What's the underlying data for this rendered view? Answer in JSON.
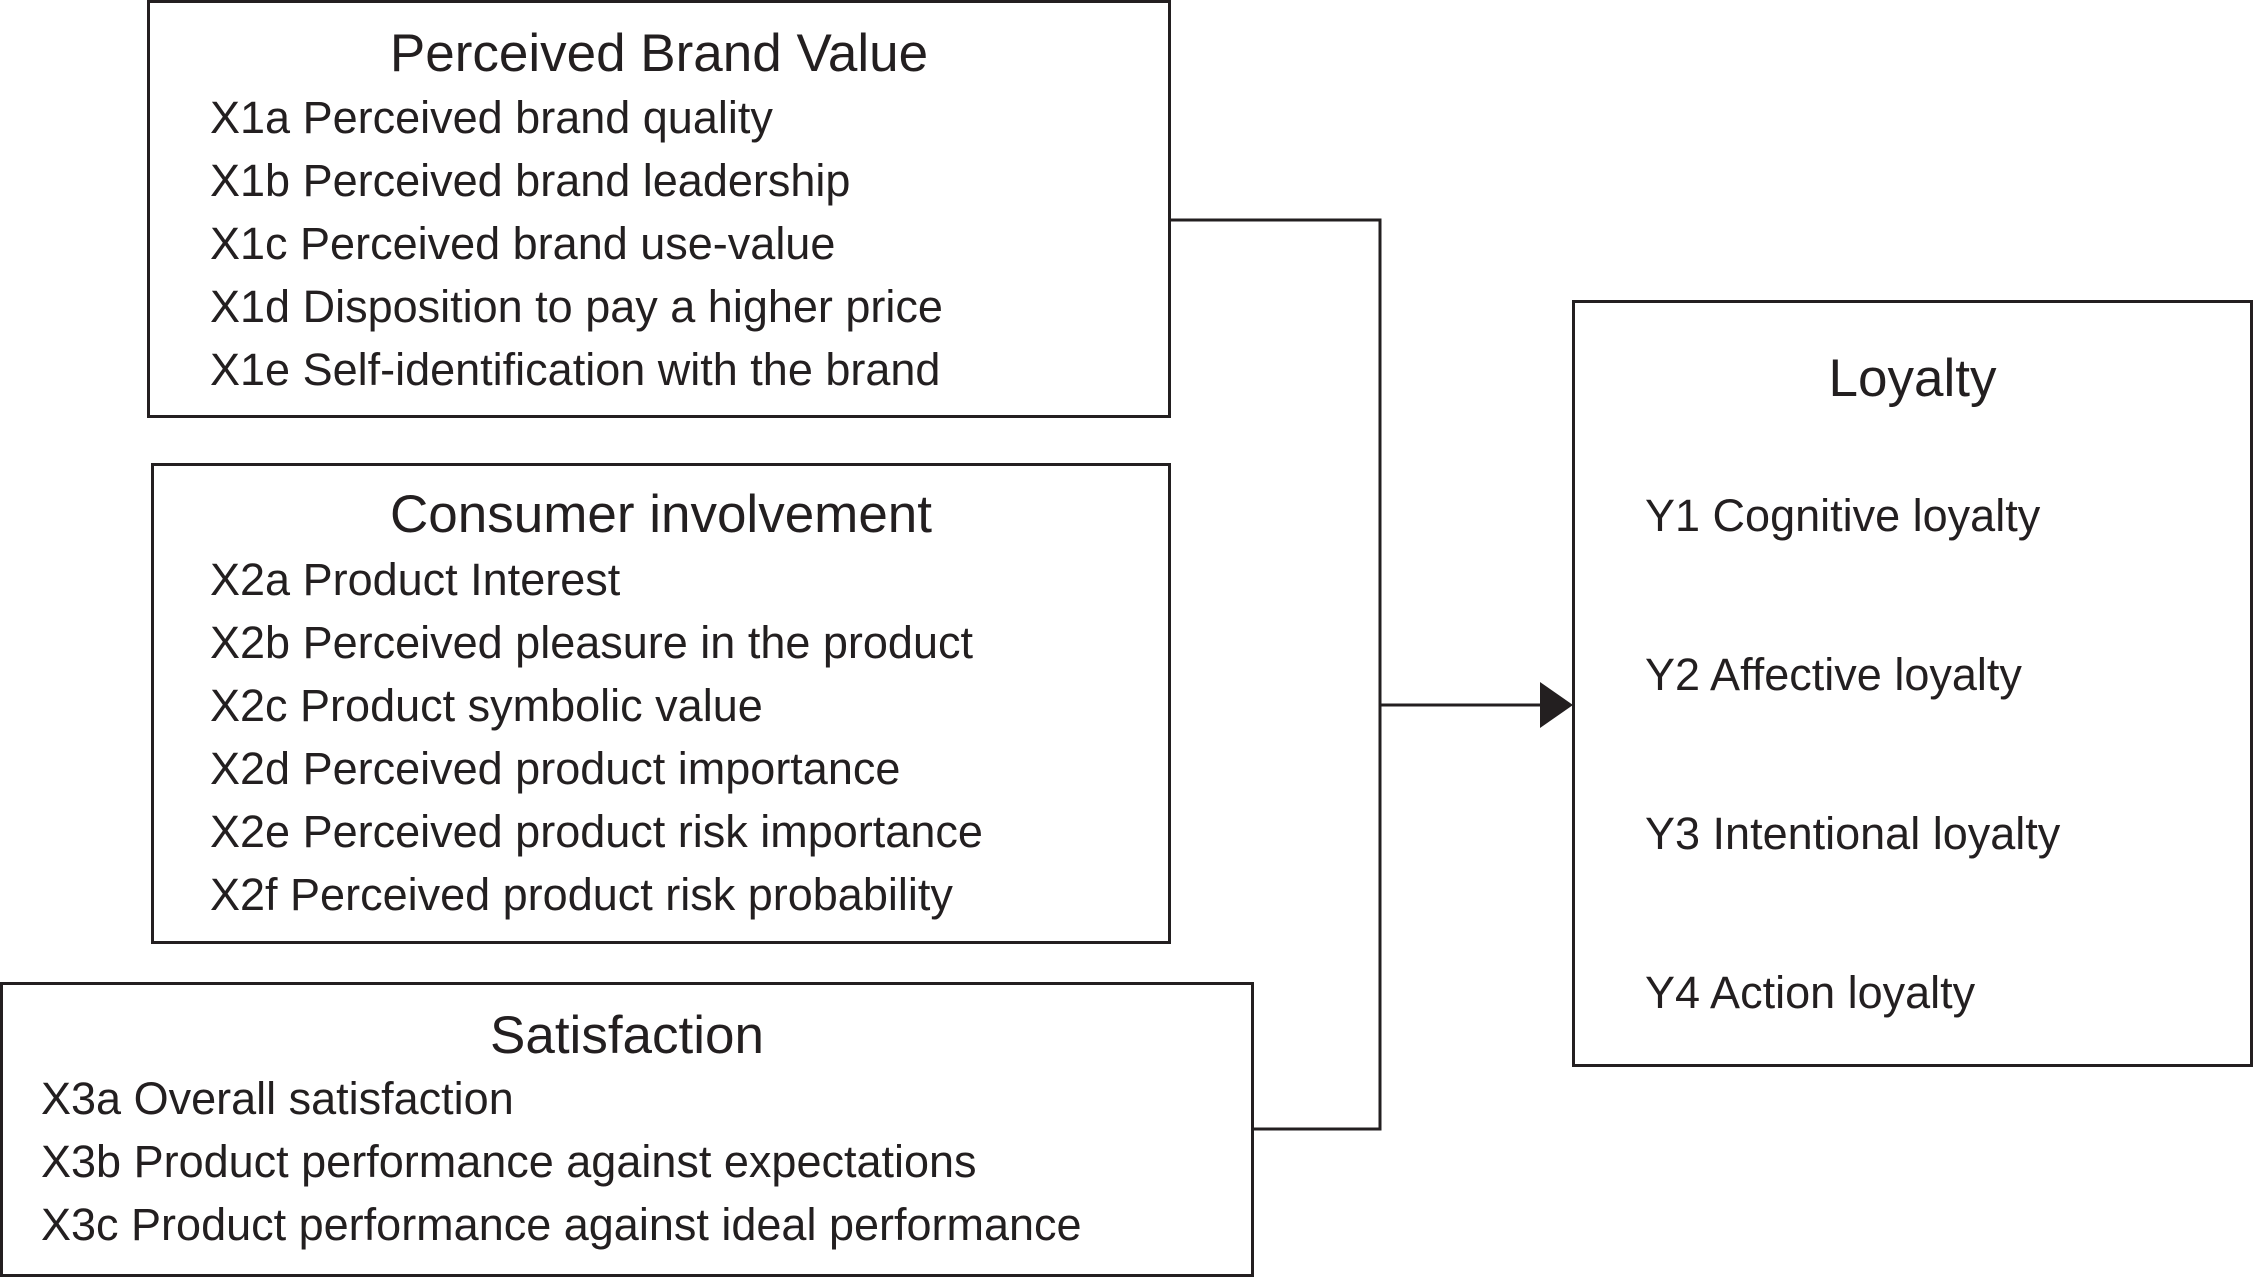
{
  "boxes": {
    "brand_value": {
      "title": "Perceived Brand Value",
      "items": [
        "X1a Perceived brand quality",
        "X1b Perceived brand leadership",
        "X1c Perceived brand use-value",
        "X1d Disposition to pay a higher price",
        "X1e Self-identification with the brand"
      ]
    },
    "involvement": {
      "title": "Consumer involvement",
      "items": [
        "X2a Product Interest",
        "X2b Perceived pleasure in the product",
        "X2c Product symbolic value",
        "X2d Perceived product importance",
        "X2e Perceived product risk importance",
        "X2f Perceived product risk probability"
      ]
    },
    "satisfaction": {
      "title": "Satisfaction",
      "items": [
        "X3a Overall satisfaction",
        "X3b Product performance against expectations",
        "X3c Product performance against ideal performance"
      ]
    },
    "loyalty": {
      "title": "Loyalty",
      "items": [
        "Y1 Cognitive loyalty",
        "Y2 Affective loyalty",
        "Y3 Intentional loyalty",
        "Y4 Action loyalty"
      ]
    }
  },
  "colors": {
    "line": "#231f20",
    "background": "#ffffff"
  }
}
